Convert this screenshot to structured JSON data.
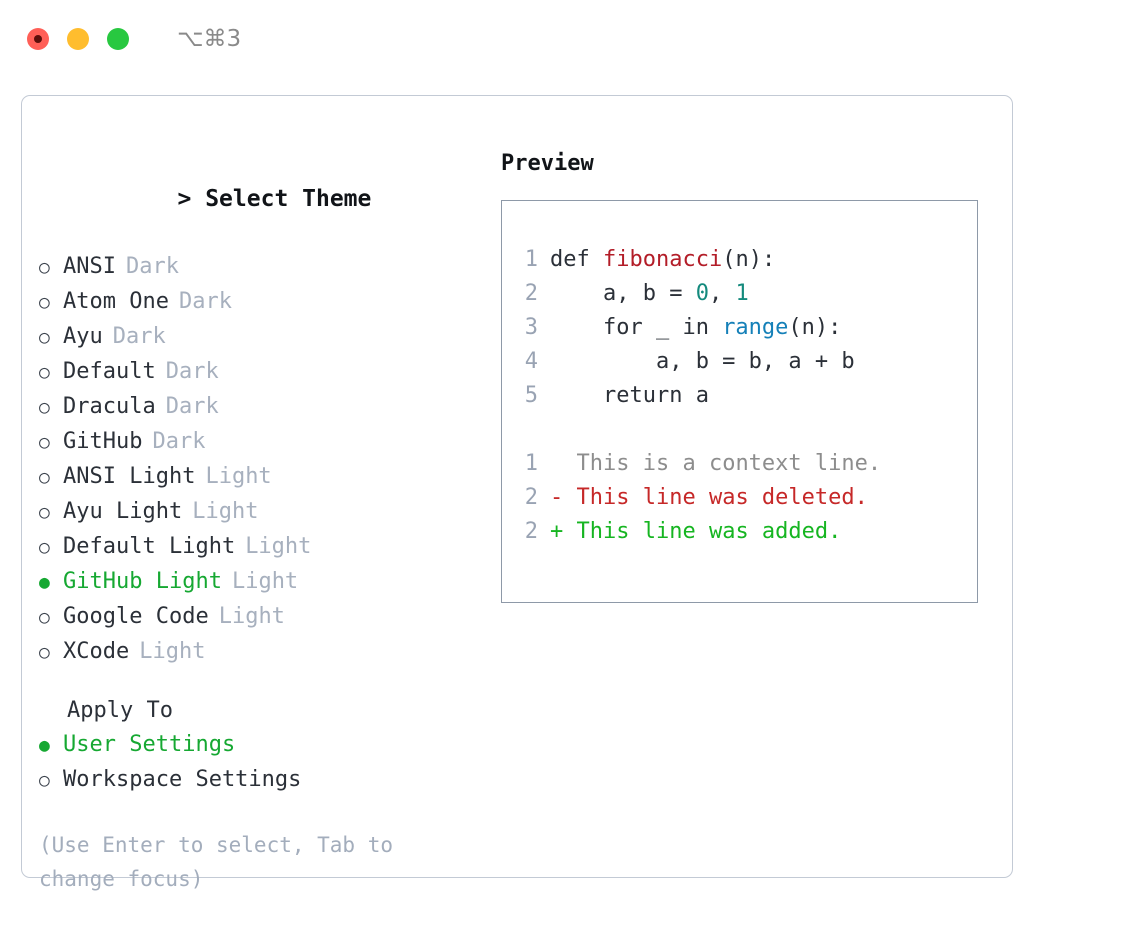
{
  "window": {
    "shortcut": "⌥⌘3",
    "traffic_lights": [
      {
        "name": "close",
        "color": "#ff5f57"
      },
      {
        "name": "minimize",
        "color": "#ffbd2e"
      },
      {
        "name": "maximize",
        "color": "#28c840"
      }
    ]
  },
  "theme_picker": {
    "header": "Select Theme",
    "caret": ">",
    "bullet_unselected": "○",
    "bullet_selected": "●",
    "accent_color": "#16a832",
    "items": [
      {
        "label": "ANSI",
        "variant": "Dark",
        "selected": false
      },
      {
        "label": "Atom One",
        "variant": "Dark",
        "selected": false
      },
      {
        "label": "Ayu",
        "variant": "Dark",
        "selected": false
      },
      {
        "label": "Default",
        "variant": "Dark",
        "selected": false
      },
      {
        "label": "Dracula",
        "variant": "Dark",
        "selected": false
      },
      {
        "label": "GitHub",
        "variant": "Dark",
        "selected": false
      },
      {
        "label": "ANSI Light",
        "variant": "Light",
        "selected": false
      },
      {
        "label": "Ayu Light",
        "variant": "Light",
        "selected": false
      },
      {
        "label": "Default Light",
        "variant": "Light",
        "selected": false
      },
      {
        "label": "GitHub Light",
        "variant": "Light",
        "selected": true
      },
      {
        "label": "Google Code",
        "variant": "Light",
        "selected": false
      },
      {
        "label": "XCode",
        "variant": "Light",
        "selected": false
      }
    ]
  },
  "apply_to": {
    "header": "Apply To",
    "items": [
      {
        "label": "User Settings",
        "selected": true
      },
      {
        "label": "Workspace Settings",
        "selected": false
      }
    ]
  },
  "hint": "(Use Enter to select, Tab to change focus)",
  "preview": {
    "title": "Preview",
    "code_lines": [
      {
        "num": "1",
        "parts": [
          {
            "text": "def ",
            "tok": "kw"
          },
          {
            "text": "fibonacci",
            "tok": "fn"
          },
          {
            "text": "(n):",
            "tok": "plain"
          }
        ]
      },
      {
        "num": "2",
        "parts": [
          {
            "text": "    a, b = ",
            "tok": "plain"
          },
          {
            "text": "0",
            "tok": "num"
          },
          {
            "text": ", ",
            "tok": "plain"
          },
          {
            "text": "1",
            "tok": "num"
          }
        ]
      },
      {
        "num": "3",
        "parts": [
          {
            "text": "    for _ in ",
            "tok": "plain"
          },
          {
            "text": "range",
            "tok": "call"
          },
          {
            "text": "(n):",
            "tok": "plain"
          }
        ]
      },
      {
        "num": "4",
        "parts": [
          {
            "text": "        a, b = b, a + b",
            "tok": "plain"
          }
        ]
      },
      {
        "num": "5",
        "parts": [
          {
            "text": "    return a",
            "tok": "plain"
          }
        ]
      }
    ],
    "diff_lines": [
      {
        "num": "1",
        "marker": "  ",
        "text": "This is a context line.",
        "kind": "ctx"
      },
      {
        "num": "2",
        "marker": "- ",
        "text": "This line was deleted.",
        "kind": "del"
      },
      {
        "num": "2",
        "marker": "+ ",
        "text": "This line was added.",
        "kind": "add"
      }
    ],
    "colors": {
      "function": "#b31d28",
      "number": "#148a7d",
      "builtin": "#1580b8",
      "diff_context": "#8d8d8d",
      "diff_deleted": "#c62828",
      "diff_added": "#16b521",
      "line_number": "#99a3b3",
      "border": "#8e99a8"
    }
  }
}
